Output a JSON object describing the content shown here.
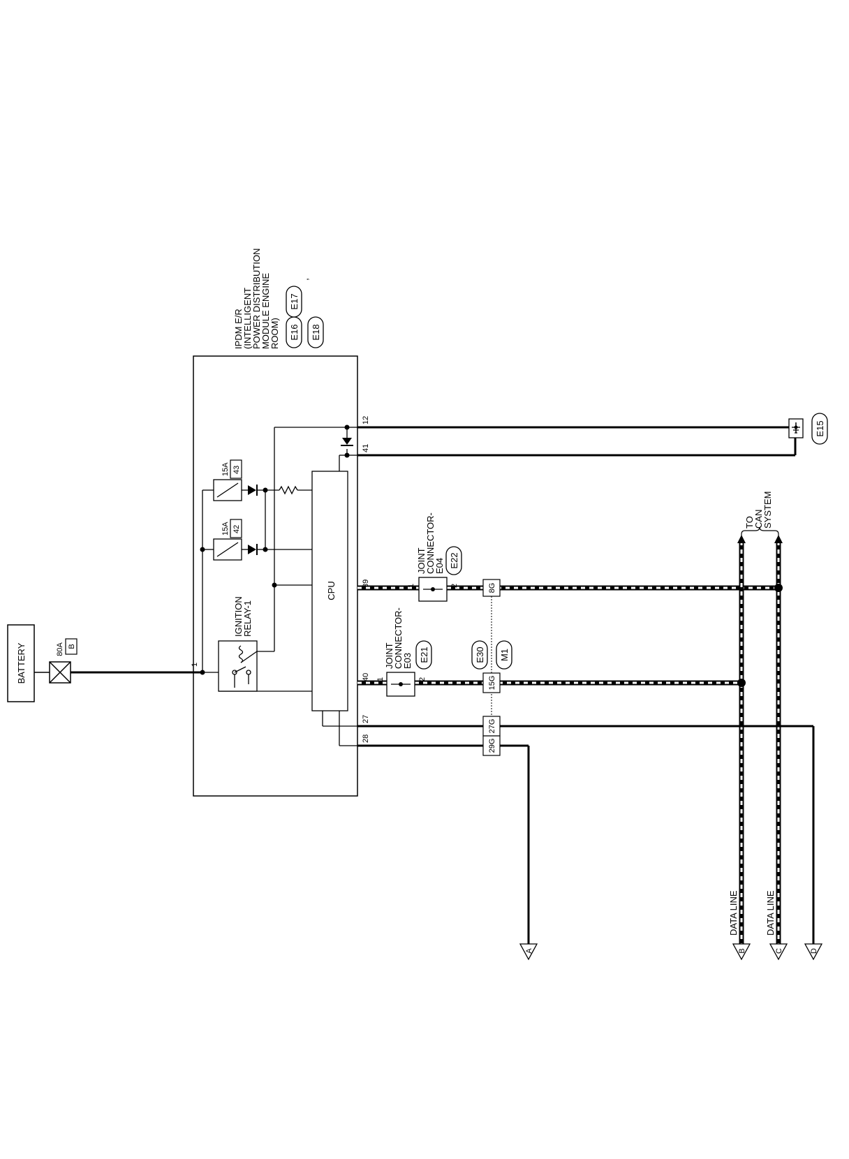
{
  "battery": {
    "label": "BATTERY"
  },
  "fusible_link": {
    "rating": "80A",
    "id": "B"
  },
  "ipdm": {
    "label_lines": [
      "IPDM E/R",
      "(INTELLIGENT",
      "POWER DISTRIBUTION",
      "MODULE ENGINE",
      "ROOM)"
    ],
    "connectors": [
      "E16",
      "E17",
      "E18"
    ],
    "separator": ","
  },
  "ignition_relay": {
    "label_lines": [
      "IGNITION",
      "RELAY-1"
    ]
  },
  "cpu": {
    "label": "CPU"
  },
  "fuses": [
    {
      "rating": "15A",
      "id": "42"
    },
    {
      "rating": "15A",
      "id": "43"
    }
  ],
  "terminals": [
    "1",
    "12",
    "41",
    "39",
    "40",
    "27",
    "28"
  ],
  "ground": {
    "id": "E15"
  },
  "joint_connector_e04": {
    "label_lines": [
      "JOINT",
      "CONNECTOR-",
      "E04"
    ],
    "id": "E22",
    "pin_in": "1",
    "pin_out": "2"
  },
  "joint_connector_e03": {
    "label_lines": [
      "JOINT",
      "CONNECTOR-",
      "E03"
    ],
    "id": "E21",
    "pin_in": "1",
    "pin_out": "2"
  },
  "harness_connector": {
    "side_a": "E30",
    "side_b": "M1"
  },
  "harness_pins": [
    "8G",
    "15G",
    "27G",
    "29G"
  ],
  "can_note": {
    "label_lines": [
      "TO",
      "CAN",
      "SYSTEM"
    ]
  },
  "data_line_label": "DATA LINE",
  "off_page": [
    "A",
    "B",
    "C",
    "D"
  ]
}
